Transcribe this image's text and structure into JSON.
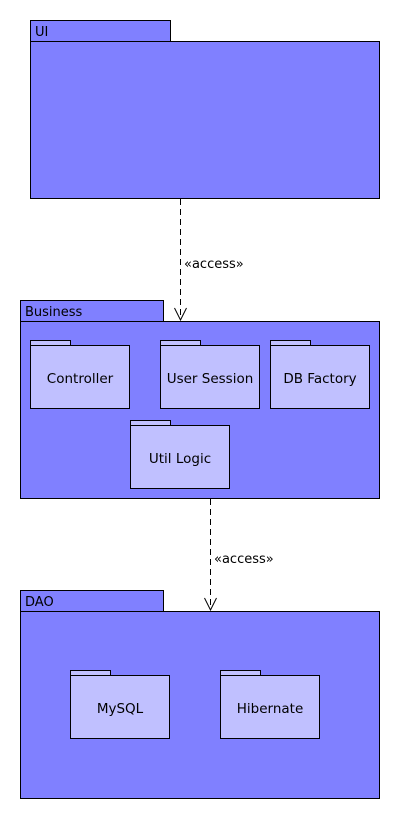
{
  "packages": {
    "ui": {
      "name": "UI"
    },
    "business": {
      "name": "Business",
      "subpackages": [
        "Controller",
        "User Session",
        "DB Factory",
        "Util Logic"
      ]
    },
    "dao": {
      "name": "DAO",
      "subpackages": [
        "MySQL",
        "Hibernate"
      ]
    }
  },
  "dependencies": [
    {
      "from": "UI",
      "to": "Business",
      "stereotype": "«access»"
    },
    {
      "from": "Business",
      "to": "DAO",
      "stereotype": "«access»"
    }
  ],
  "colors": {
    "package_fill": "#8080ff",
    "subpackage_fill": "#c0c0ff",
    "stroke": "#000000"
  }
}
